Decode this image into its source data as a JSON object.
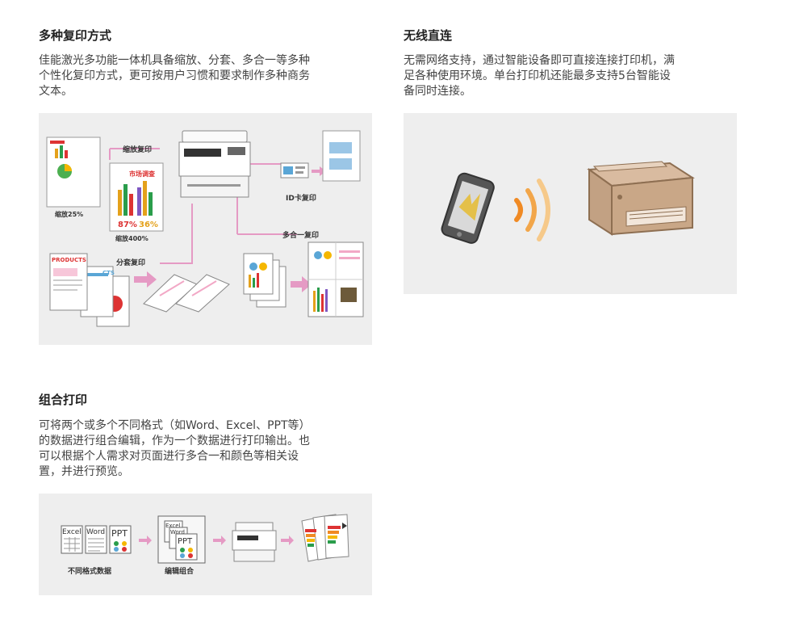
{
  "sections": {
    "copy": {
      "title": "多种复印方式",
      "lines": [
        "佳能激光多功能一体机具备缩放、分套、多合一等多种",
        "个性化复印方式，更可按用户习惯和要求制作多种商务",
        "文本。"
      ],
      "labels": {
        "zoom": "缩放复印",
        "id": "ID卡复印",
        "multi": "多合一复印",
        "sort": "分套复印",
        "z25": "缩放25%",
        "z400": "缩放400%",
        "survey": "市场调查",
        "products": "PRODUCTS",
        "products_short": "CTS",
        "n87": "87%",
        "n36": "36%"
      }
    },
    "wireless": {
      "title": "无线直连",
      "lines": [
        "无需网络支持，通过智能设备即可直接连接打印机，满",
        "足各种使用环境。单台打印机还能最多支持5台智能设",
        "备同时连接。"
      ]
    },
    "combo": {
      "title": "组合打印",
      "lines": [
        "可将两个或多个不同格式（如Word、Excel、PPT等）",
        "的数据进行组合编辑，作为一个数据进行打印输出。也",
        "可以根据个人需求对页面进行多合一和颜色等相关设",
        "置，并进行预览。"
      ],
      "labels": {
        "excel": "Excel",
        "word": "Word",
        "ppt": "PPT",
        "formats": "不同格式数据",
        "edit": "编辑组合"
      }
    }
  },
  "colors": {
    "pink": "#e59ac4",
    "panel": "#eeeeee",
    "printer": "#c9a787"
  }
}
